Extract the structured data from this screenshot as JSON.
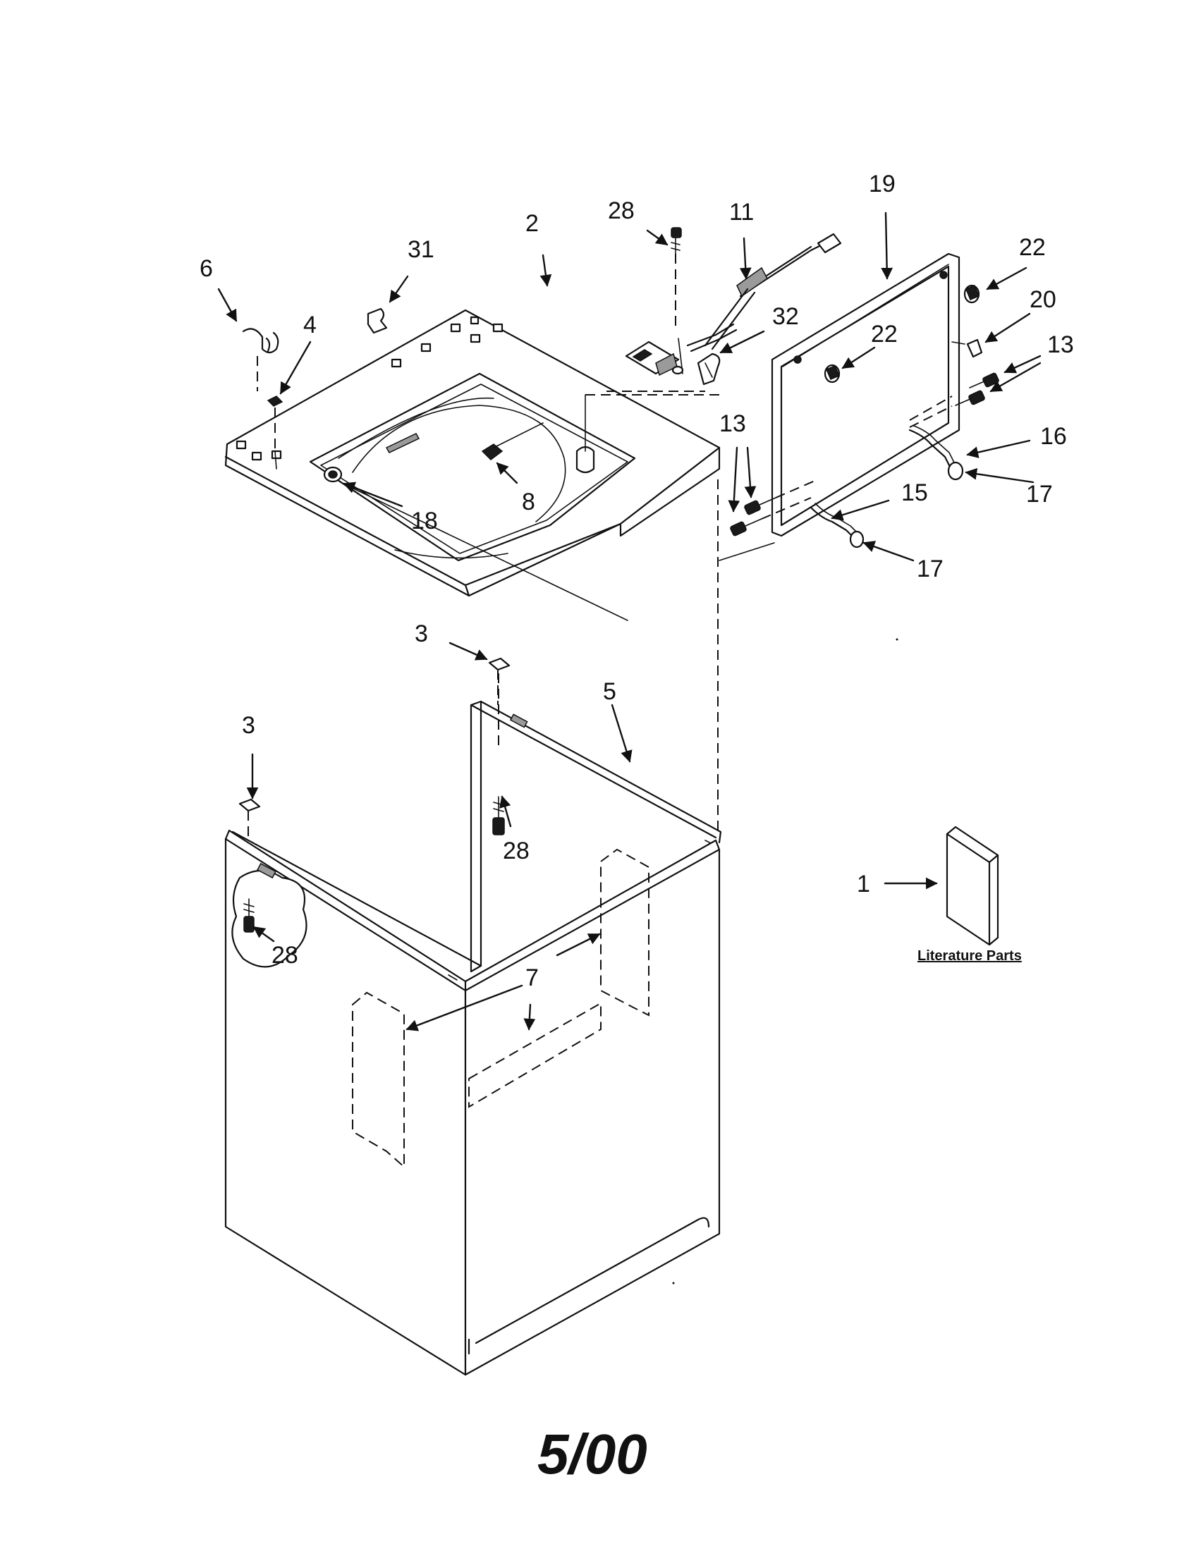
{
  "labels": {
    "l19": "19",
    "l11": "11",
    "l28a": "28",
    "l22a": "22",
    "l2": "2",
    "l31": "31",
    "l6": "6",
    "l4": "4",
    "l32": "32",
    "l20": "20",
    "l22b": "22",
    "l13a": "13",
    "l13b": "13",
    "l16": "16",
    "l8": "8",
    "l18": "18",
    "l15": "15",
    "l17a": "17",
    "l17b": "17",
    "l3a": "3",
    "l5": "5",
    "l3b": "3",
    "l28b": "28",
    "l1": "1",
    "l28c": "28",
    "l7": "7"
  },
  "literature_caption": "Literature Parts",
  "date_code": "5/00"
}
